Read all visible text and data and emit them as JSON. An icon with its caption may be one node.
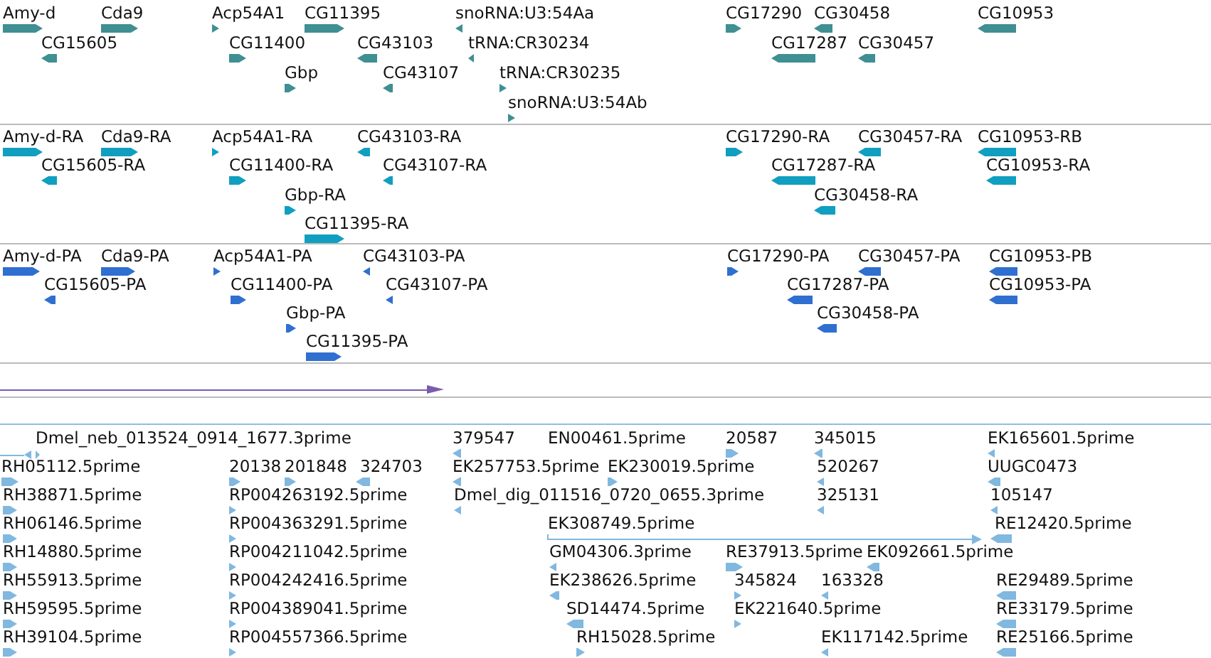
{
  "diagram": {
    "labels": [
      "Amy-d",
      "Cda9",
      "Acp54A1",
      "CG11395",
      "snoRNA:U3:54Aa",
      "CG17290",
      "CG30458",
      "CG10953",
      "CG15605",
      "CG11400",
      "CG43103",
      "tRNA:CR30234",
      "CG17287",
      "CG30457",
      "Gbp",
      "CG43107",
      "tRNA:CR30235",
      "snoRNA:U3:54Ab",
      "Amy-d-RA",
      "Cda9-RA",
      "Acp54A1-RA",
      "CG43103-RA",
      "CG17290-RA",
      "CG30457-RA",
      "CG10953-RB",
      "CG15605-RA",
      "CG11400-RA",
      "CG43107-RA",
      "CG17287-RA",
      "CG10953-RA",
      "Gbp-RA",
      "CG30458-RA",
      "CG11395-RA",
      "Amy-d-PA",
      "Cda9-PA",
      "Acp54A1-PA",
      "CG43103-PA",
      "CG17290-PA",
      "CG30457-PA",
      "CG10953-PB",
      "CG15605-PA",
      "CG11400-PA",
      "CG43107-PA",
      "CG17287-PA",
      "CG10953-PA",
      "Gbp-PA",
      "CG30458-PA",
      "CG11395-PA",
      "Dmel_neb_013524_0914_1677.3prime",
      "379547",
      "EN00461.5prime",
      "20587",
      "345015",
      "EK165601.5prime",
      "RH05112.5prime",
      "20138",
      "201848",
      "324703",
      "EK257753.5prime",
      "EK230019.5prime",
      "520267",
      "UUGC0473",
      "RH38871.5prime",
      "RP004263192.5prime",
      "Dmel_dig_011516_0720_0655.3prime",
      "325131",
      "105147",
      "RH06146.5prime",
      "RP004363291.5prime",
      "EK308749.5prime",
      "RE12420.5prime",
      "RH14880.5prime",
      "RP004211042.5prime",
      "GM04306.3prime",
      "RE37913.5prime",
      "EK092661.5prime",
      "RH55913.5prime",
      "RP004242416.5prime",
      "EK238626.5prime",
      "345824",
      "163328",
      "RE29489.5prime",
      "RH59595.5prime",
      "RP004389041.5prime",
      "SD14474.5prime",
      "EK221640.5prime",
      "RE33179.5prime",
      "RH39104.5prime",
      "RP004557366.5prime",
      "RH15028.5prime",
      "EK117142.5prime",
      "RE25166.5prime"
    ]
  }
}
